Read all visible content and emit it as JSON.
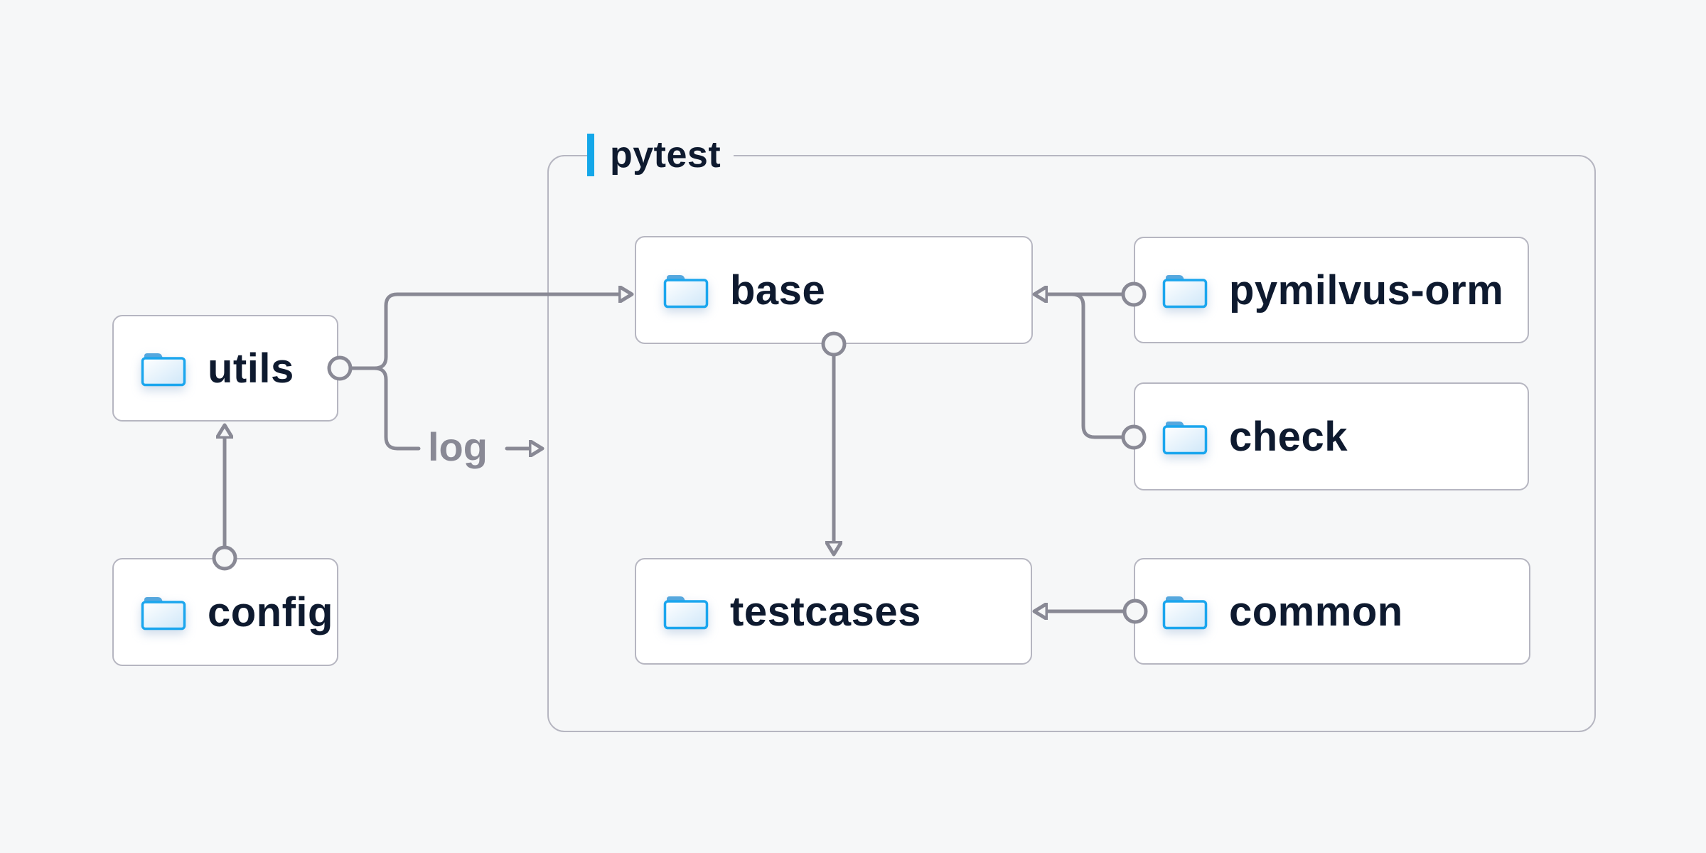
{
  "diagram": {
    "container": {
      "label": "pytest"
    },
    "nodes": [
      {
        "id": "utils",
        "label": "utils"
      },
      {
        "id": "config",
        "label": "config"
      },
      {
        "id": "base",
        "label": "base"
      },
      {
        "id": "pymilvus-orm",
        "label": "pymilvus-orm"
      },
      {
        "id": "check",
        "label": "check"
      },
      {
        "id": "testcases",
        "label": "testcases"
      },
      {
        "id": "common",
        "label": "common"
      }
    ],
    "edges": [
      {
        "from": "config",
        "to": "utils"
      },
      {
        "from": "utils",
        "to": "base"
      },
      {
        "from": "utils",
        "to": "pytest-container",
        "label": "log"
      },
      {
        "from": "pymilvus-orm",
        "to": "base"
      },
      {
        "from": "check",
        "to": "base"
      },
      {
        "from": "base",
        "to": "testcases"
      },
      {
        "from": "common",
        "to": "testcases"
      }
    ],
    "edge_label": "log",
    "icons": {
      "node_icon": "folder-icon"
    },
    "colors": {
      "background": "#f6f7f8",
      "accent_blue": "#14a7e9",
      "folder_blue": "#1ba6ee",
      "line_gray": "#898995",
      "border_gray": "#b6b6c1",
      "text_navy": "#0e1a2f"
    }
  }
}
